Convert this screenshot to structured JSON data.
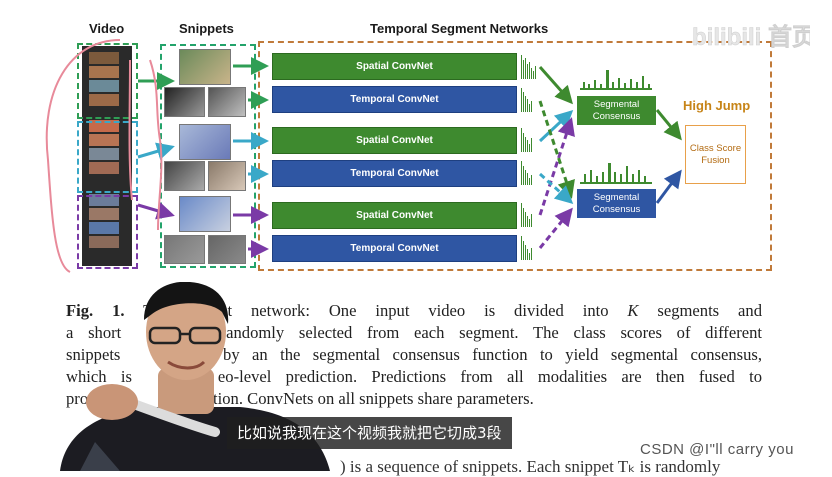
{
  "diagram": {
    "column_titles": {
      "video": "Video",
      "snippets": "Snippets",
      "tsn": "Temporal Segment Networks"
    },
    "networks": [
      {
        "label": "Spatial ConvNet",
        "kind": "spatial"
      },
      {
        "label": "Temporal ConvNet",
        "kind": "temporal"
      },
      {
        "label": "Spatial ConvNet",
        "kind": "spatial"
      },
      {
        "label": "Temporal ConvNet",
        "kind": "temporal"
      },
      {
        "label": "Spatial ConvNet",
        "kind": "spatial"
      },
      {
        "label": "Temporal ConvNet",
        "kind": "temporal"
      }
    ],
    "consensus_top": "Segmental\nConsensus",
    "consensus_bottom": "Segmental\nConsensus",
    "fusion": "Class Score\nFusion",
    "result_label": "High Jump",
    "colors": {
      "spatial": "#3e8a2f",
      "temporal": "#2f56a3",
      "segment_1": "#2f9e55",
      "segment_2": "#3aa8c8",
      "segment_3": "#7a3aa6",
      "tsn_border": "#c07a3a",
      "annotation": "#e88a9a"
    }
  },
  "caption": {
    "label": "Fig. 1.",
    "lines": [
      {
        "parts": [
          {
            "t": " T",
            "s": ""
          },
          {
            "t": "l segment network: One input video is divided into ",
            "s": ""
          },
          {
            "t": "K",
            "s": "italic"
          },
          {
            "t": " segments and",
            "s": ""
          }
        ]
      },
      {
        "parts": [
          {
            "t": "a short ",
            "s": ""
          },
          {
            "t": "    ",
            "s": ""
          },
          {
            "t": "is randomly selected from each segment. The class scores of different",
            "s": ""
          }
        ]
      },
      {
        "parts": [
          {
            "t": "snippets",
            "s": ""
          },
          {
            "t": "      ",
            "s": ""
          },
          {
            "t": "ed by an the segmental consensus function to yield segmental consensus,",
            "s": ""
          }
        ]
      },
      {
        "parts": [
          {
            "t": "which is",
            "s": ""
          },
          {
            "t": "      ",
            "s": ""
          },
          {
            "t": "eo-level prediction. Predictions from all modalities are then fused to",
            "s": ""
          }
        ]
      },
      {
        "parts": [
          {
            "t": "pro",
            "s": ""
          },
          {
            "t": "                  ",
            "s": ""
          },
          {
            "t": "l prediction. ConvNets on all snippets share parameters.",
            "s": ""
          }
        ]
      }
    ]
  },
  "bottom_text": ") is a sequence of snippets. Each snippet Tₖ is randomly",
  "subtitle": "比如说我现在这个视频我就把它切成3段",
  "watermark": "CSDN @I\"ll  carry  you",
  "bili_logo": "bilibili 首页"
}
